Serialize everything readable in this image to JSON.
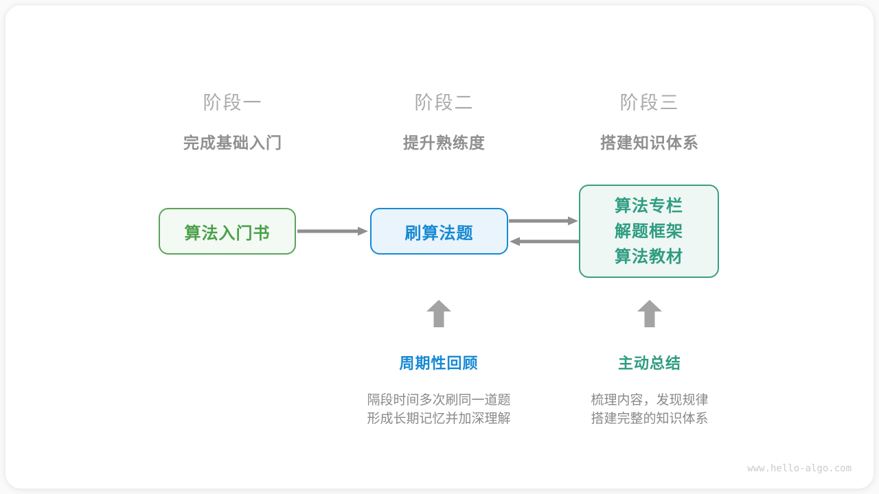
{
  "page": {
    "watermark": "www.hello-algo.com"
  },
  "colors": {
    "green_text": "#4aa04a",
    "green_border": "#5aa45a",
    "green_fill": "#f3f9f3",
    "blue_text": "#1789d3",
    "blue_border": "#1789d3",
    "blue_fill": "#eaf4fc",
    "teal_text": "#2e9c81",
    "teal_border": "#3a9e86",
    "teal_fill": "#eef7f3",
    "connector_arrow_gray": "#8f8f8f",
    "block_arrow_gray": "#a3a3a3",
    "stage_title_gray": "#ababab",
    "stage_subtitle_gray": "#8f8f8f",
    "description_gray": "#8a8a8a",
    "watermark_gray": "#cbcbcb"
  },
  "stages": [
    {
      "title": "阶段一",
      "subtitle": "完成基础入门"
    },
    {
      "title": "阶段二",
      "subtitle": "提升熟练度"
    },
    {
      "title": "阶段三",
      "subtitle": "搭建知识体系"
    }
  ],
  "nodes": {
    "intro_book": {
      "label": "算法入门书"
    },
    "practice": {
      "label": "刷算法题"
    },
    "knowledge": {
      "lines": [
        "算法专栏",
        "解题框架",
        "算法教材"
      ]
    }
  },
  "annotations": {
    "review": {
      "title": "周期性回顾",
      "lines": [
        "隔段时间多次刷同一道题",
        "形成长期记忆并加深理解"
      ]
    },
    "summarize": {
      "title": "主动总结",
      "lines": [
        "梳理内容，发现规律",
        "搭建完整的知识体系"
      ]
    }
  }
}
